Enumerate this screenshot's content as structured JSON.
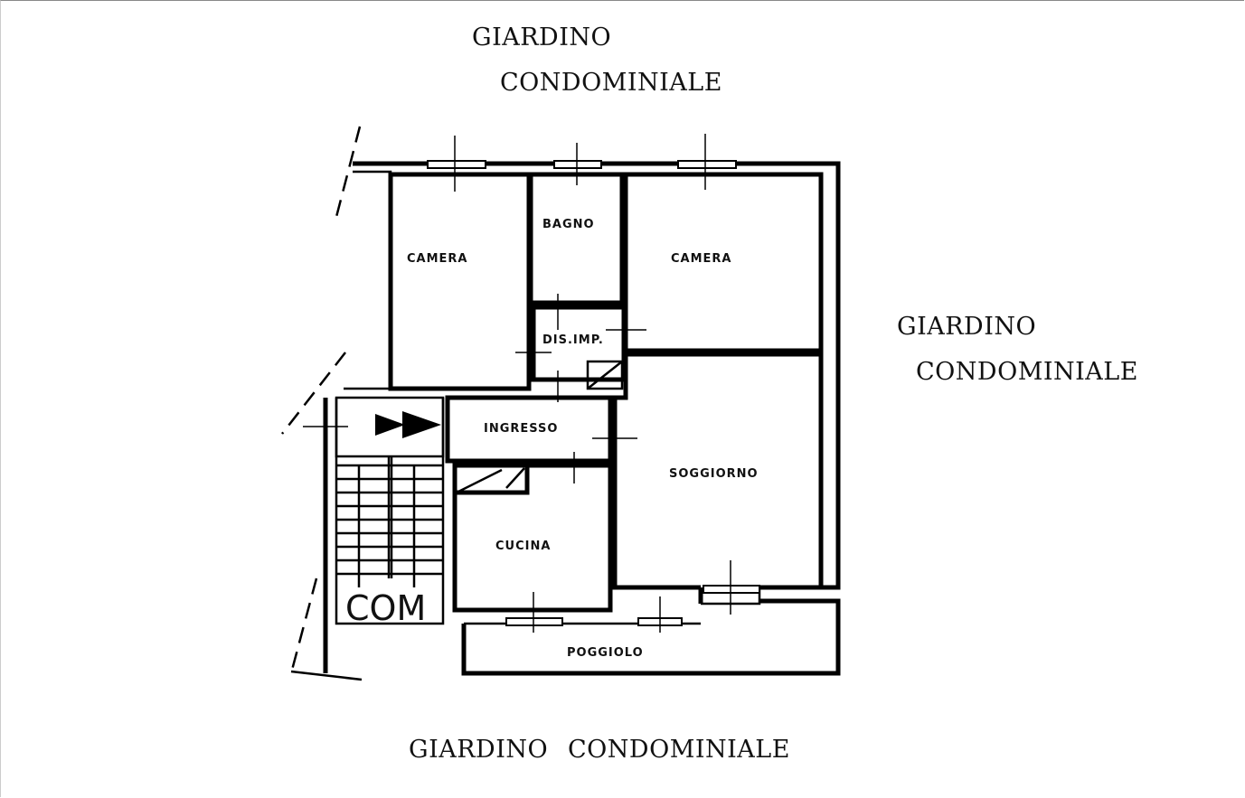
{
  "surroundings": {
    "top": [
      "GIARDINO",
      "CONDOMINIALE"
    ],
    "right": [
      "GIARDINO",
      "CONDOMINIALE"
    ],
    "bottom": [
      "GIARDINO",
      "CONDOMINIALE"
    ]
  },
  "rooms": {
    "camera_left": "CAMERA",
    "bagno": "BAGNO",
    "camera_right": "CAMERA",
    "disimpegno": "DIS.IMP.",
    "ingresso": "INGRESSO",
    "soggiorno": "SOGGIORNO",
    "cucina": "CUCINA",
    "poggiolo": "POGGIOLO",
    "stair": "COM"
  }
}
